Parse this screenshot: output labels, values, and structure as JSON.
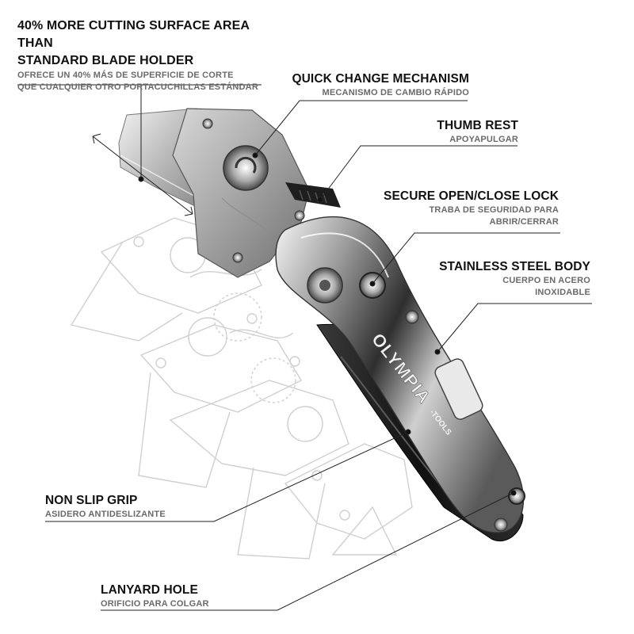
{
  "callouts": {
    "cutting_area": {
      "en_line1": "40% MORE CUTTING SURFACE AREA THAN",
      "en_line2": "STANDARD BLADE HOLDER",
      "es_line1": "OFRECE UN 40% MÁS DE SUPERFICIE DE CORTE",
      "es_line2": "QUE CUALQUIER OTRO PORTACUCHILLAS ESTÁNDAR"
    },
    "quick_change": {
      "en": "QUICK CHANGE MECHANISM",
      "es": "MECANISMO DE CAMBIO RÁPIDO"
    },
    "thumb_rest": {
      "en": "THUMB REST",
      "es": "APOYAPULGAR"
    },
    "lock": {
      "en": "SECURE OPEN/CLOSE LOCK",
      "es_line1": "TRABA DE SEGURIDAD PARA",
      "es_line2": "ABRIR/CERRAR"
    },
    "body": {
      "en": "STAINLESS STEEL BODY",
      "es_line1": "CUERPO EN ACERO",
      "es_line2": "INOXIDABLE"
    },
    "grip": {
      "en": "NON SLIP GRIP",
      "es": "ASIDERO ANTIDESLIZANTE"
    },
    "lanyard": {
      "en": "LANYARD HOLE",
      "es": "ORIFICIO PARA COLGAR"
    }
  },
  "brand": {
    "name": "OLYMPIA",
    "suffix": "-TOOLS"
  },
  "colors": {
    "text": "#111111",
    "subtext": "#6a6a6a",
    "sketch": "#c9c9c9",
    "steel_light": "#e6e6e6",
    "steel_dark": "#3a3a3a",
    "grip": "#1a1a1a"
  }
}
